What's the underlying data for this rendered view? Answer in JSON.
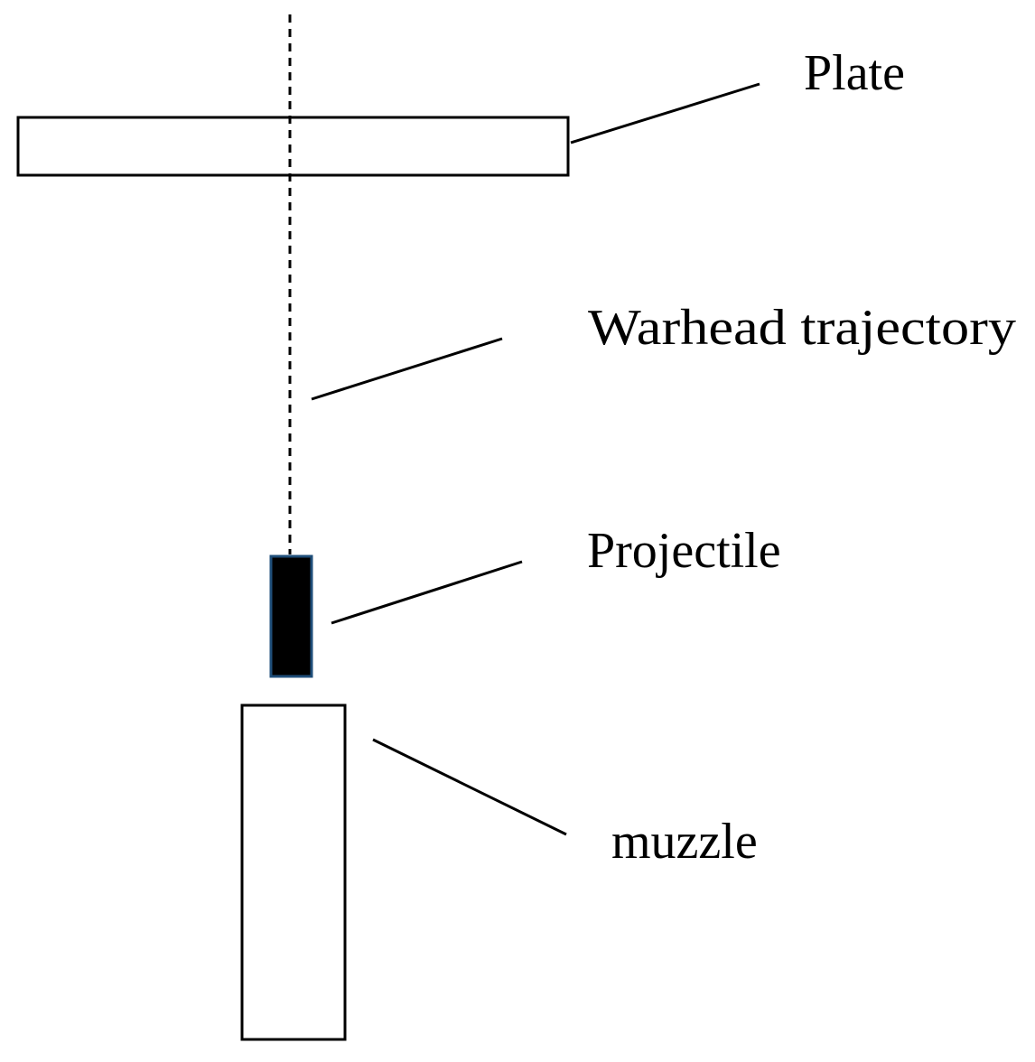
{
  "labels": {
    "plate": "Plate",
    "trajectory": "Warhead trajectory",
    "projectile": "Projectile",
    "muzzle": "muzzle"
  },
  "colors": {
    "stroke": "#000000",
    "projectile_fill": "#000000",
    "projectile_border": "#1f4e79",
    "background": "#ffffff"
  }
}
